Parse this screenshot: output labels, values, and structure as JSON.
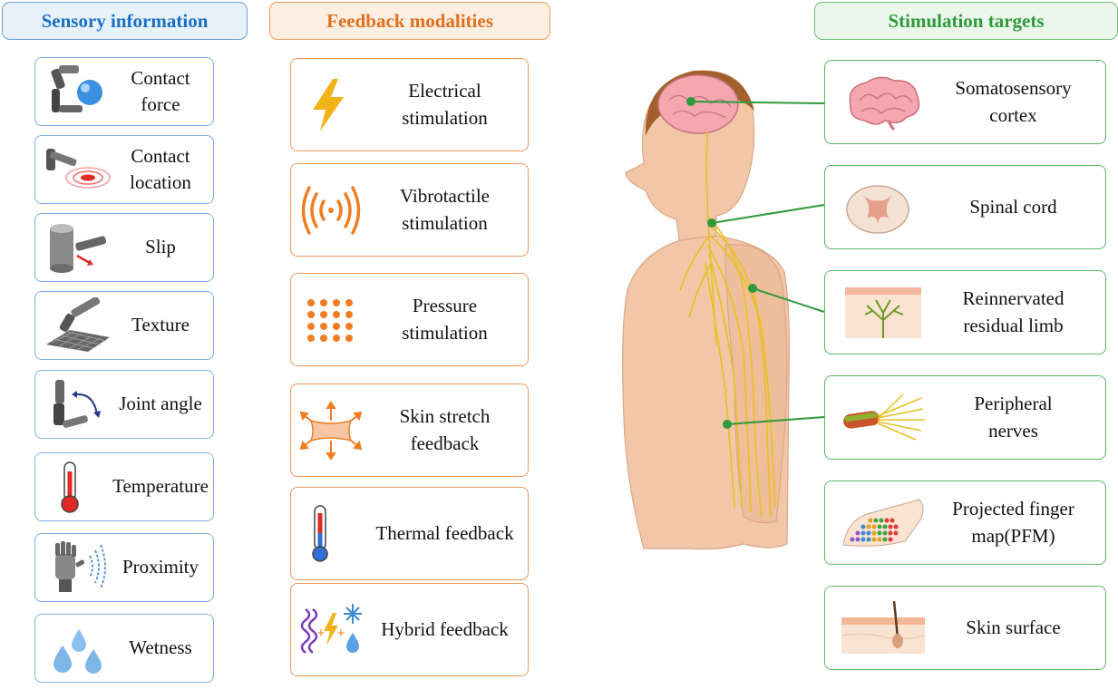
{
  "headers": {
    "sensory": "Sensory information",
    "feedback": "Feedback modalities",
    "targets": "Stimulation targets"
  },
  "sensory": [
    {
      "label": "Contact\nforce",
      "icon": "robot-hand-ball-icon"
    },
    {
      "label": "Contact\nlocation",
      "icon": "robot-finger-target-icon"
    },
    {
      "label": "Slip",
      "icon": "robot-hand-cylinder-slip-icon"
    },
    {
      "label": "Texture",
      "icon": "robot-hand-texture-icon"
    },
    {
      "label": "Joint angle",
      "icon": "robot-finger-joint-icon"
    },
    {
      "label": "Temperature",
      "icon": "thermometer-icon"
    },
    {
      "label": "Proximity",
      "icon": "robot-hand-waves-icon"
    },
    {
      "label": "Wetness",
      "icon": "water-drops-icon"
    }
  ],
  "feedback": [
    {
      "label": "Electrical\nstimulation",
      "icon": "lightning-icon"
    },
    {
      "label": "Vibrotactile\nstimulation",
      "icon": "vibration-waves-icon"
    },
    {
      "label": "Pressure\nstimulation",
      "icon": "dot-grid-icon"
    },
    {
      "label": "Skin stretch\nfeedback",
      "icon": "stretch-arrows-icon"
    },
    {
      "label": "Thermal feedback",
      "icon": "thermometer-icon"
    },
    {
      "label": "Hybrid feedback",
      "icon": "hybrid-icon"
    }
  ],
  "targets": [
    {
      "label": "Somatosensory\ncortex",
      "icon": "brain-icon"
    },
    {
      "label": "Spinal cord",
      "icon": "spinal-cord-icon"
    },
    {
      "label": "Reinnervated\nresidual limb",
      "icon": "nerve-tree-icon"
    },
    {
      "label": "Peripheral\nnerves",
      "icon": "nerve-bundle-icon"
    },
    {
      "label": "Projected finger\nmap(PFM)",
      "icon": "finger-map-icon"
    },
    {
      "label": "Skin surface",
      "icon": "skin-surface-icon"
    }
  ],
  "colors": {
    "sensory_accent": "#1a6fc4",
    "feedback_accent": "#e0701e",
    "targets_accent": "#2f9a3c",
    "icon_orange": "#ef7d22",
    "nerve_yellow": "#e8c020",
    "skin": "#f2c7a8"
  }
}
